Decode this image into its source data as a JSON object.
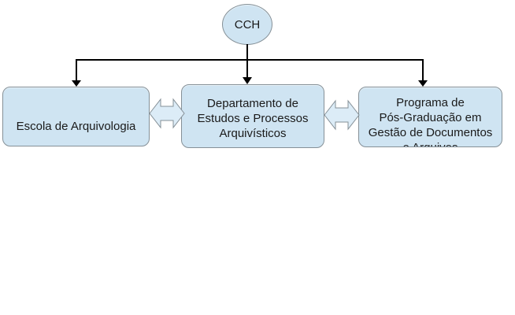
{
  "diagram": {
    "root_label": "CCH",
    "nodes": {
      "escola": {
        "lines": [
          "Escola de Arquivologia"
        ]
      },
      "departamento": {
        "lines": [
          "Departamento de",
          "Estudos e Processos",
          "Arquivísticos"
        ]
      },
      "programa": {
        "lines": [
          "Programa de",
          "Pós-Graduação em",
          "Gestão de Documentos",
          "e Arquivos"
        ]
      }
    },
    "colors": {
      "background": "#ffffff",
      "node_fill": "#cfe4f2",
      "node_border": "#859097",
      "arrow_fill": "#dcecf7",
      "connector": "#000000",
      "text": "#1a1a1a"
    }
  }
}
